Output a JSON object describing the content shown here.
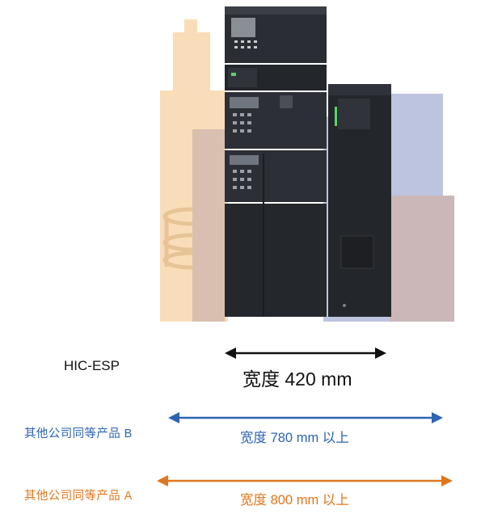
{
  "colors": {
    "hic": "#111111",
    "company_b": "#2c64b0",
    "company_a": "#e0771e",
    "orange_silhouette": "#f9ddb8",
    "blue_silhouette": "#bcc4df",
    "instrument_body": "#2a2d33"
  },
  "hic": {
    "model": "HIC-ESP",
    "width_label": "宽度 420 mm"
  },
  "company_b": {
    "name": "其他公司同等产品 B",
    "width_label": "宽度 780 mm 以上"
  },
  "company_a": {
    "name": "其他公司同等产品 A",
    "width_label": "宽度 800 mm 以上"
  }
}
